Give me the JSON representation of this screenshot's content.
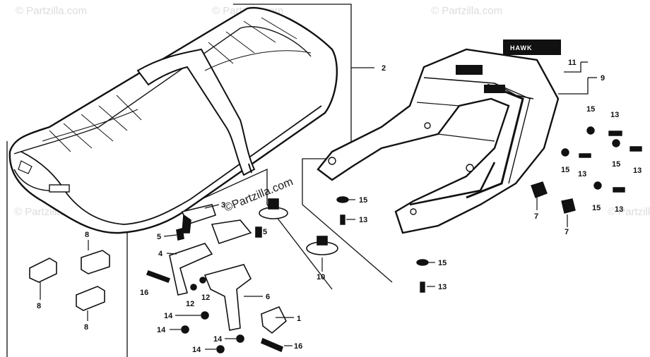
{
  "watermarks": {
    "corner_text": "© Partzilla.com",
    "center_text": "©Partzilla.com"
  },
  "emblem": {
    "text": "HAWK"
  },
  "callouts": [
    "1",
    "2",
    "3",
    "4",
    "5",
    "5",
    "6",
    "7",
    "7",
    "8",
    "8",
    "8",
    "9",
    "10",
    "11",
    "12",
    "12",
    "13",
    "13",
    "13",
    "13",
    "13",
    "13",
    "14",
    "14",
    "14",
    "14",
    "15",
    "15",
    "15",
    "15",
    "15",
    "15",
    "16",
    "16"
  ]
}
